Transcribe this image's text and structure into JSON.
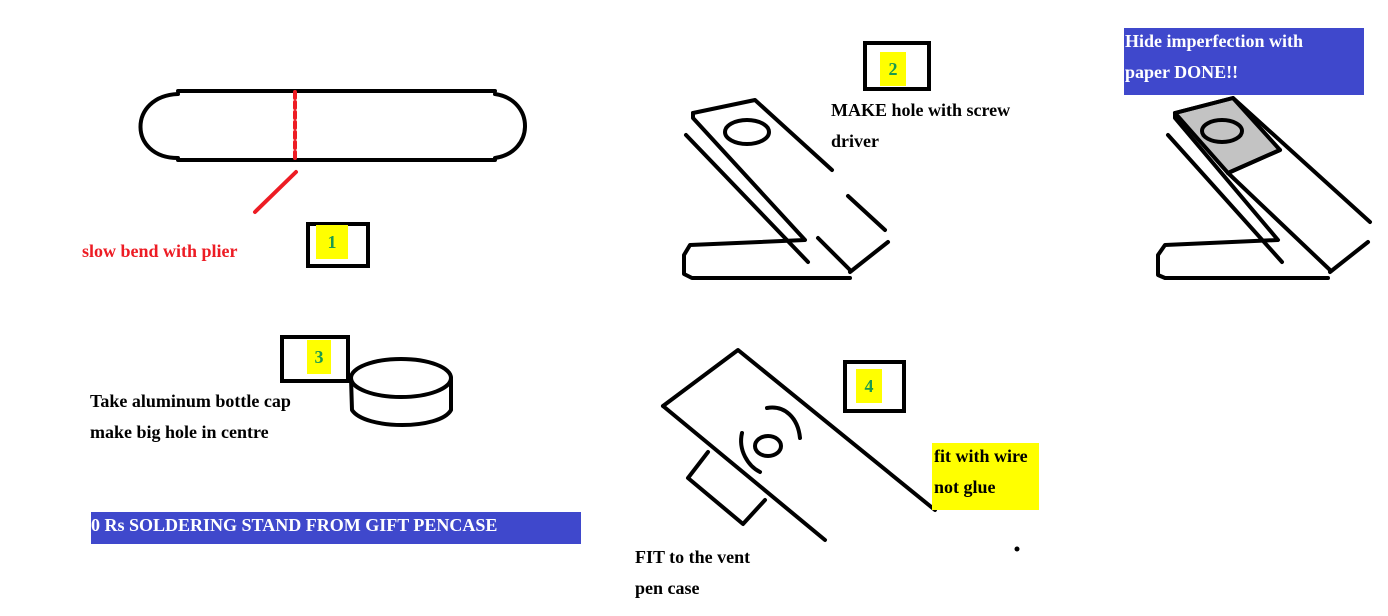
{
  "steps": {
    "step1": {
      "number": "1",
      "caption": "slow bend with plier"
    },
    "step2": {
      "number": "2",
      "caption_line1": "MAKE  hole with screw",
      "caption_line2": "driver"
    },
    "step3": {
      "number": "3",
      "caption_line1": "Take aluminum bottle cap",
      "caption_line2": "make big hole in centre"
    },
    "step4": {
      "number": "4",
      "caption_line1": "FIT to the vent",
      "caption_line2": "pen case",
      "note_line1": "fit with wire",
      "note_line2": "not glue"
    },
    "final": {
      "line1": "Hide imperfection with",
      "line2": "paper DONE!!"
    }
  },
  "title": "0 Rs  SOLDERING STAND FROM GIFT PENCASE",
  "colors": {
    "accent_red": "#ed1c24",
    "banner_blue": "#3f48cc",
    "highlight_yellow": "#ffff00",
    "number_green": "#1a9a50",
    "paper_gray": "#c3c3c3"
  }
}
